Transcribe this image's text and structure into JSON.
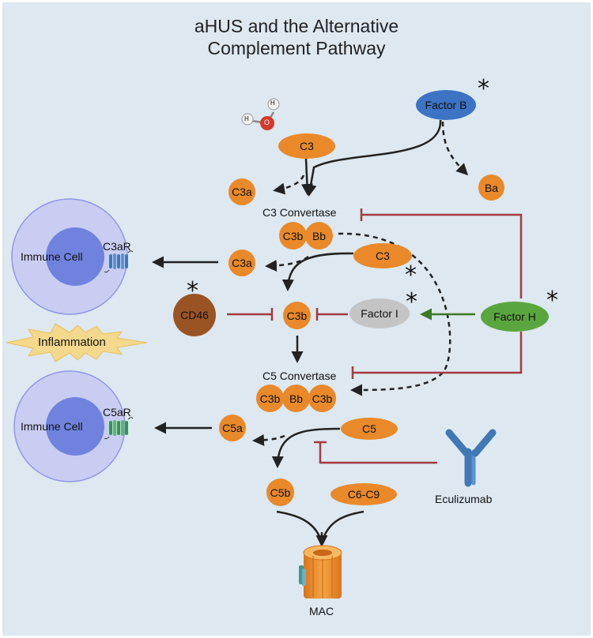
{
  "title": {
    "line1": "aHUS and the Alternative",
    "line2": "Complement Pathway"
  },
  "nodes": {
    "factor_b": "Factor B",
    "c3_top": "C3",
    "c3a_top": "C3a",
    "ba": "Ba",
    "c3_convertase_label": "C3 Convertase",
    "c3b_a": "C3b",
    "bb_a": "Bb",
    "c3a_mid": "C3a",
    "c3_mid": "C3",
    "c3b_center": "C3b",
    "cd46": "CD46",
    "factor_i": "Factor I",
    "factor_h": "Factor H",
    "c5_convertase_label": "C5 Convertase",
    "c3b_b1": "C3b",
    "bb_b": "Bb",
    "c3b_b2": "C3b",
    "c5a": "C5a",
    "c5": "C5",
    "c5b": "C5b",
    "c6c9": "C6-C9",
    "eculizumab": "Eculizumab",
    "mac": "MAC",
    "water_o": "O",
    "water_h1": "H",
    "water_h2": "H"
  },
  "cells": {
    "immune_cell_1": "Immune Cell",
    "receptor_1": "C3aR",
    "immune_cell_2": "Immune Cell",
    "receptor_2": "C5aR",
    "inflammation": "Inflammation"
  },
  "marker": "*",
  "colors": {
    "background": "#dde8f0",
    "complement_orange": "#e9892a",
    "factor_b_blue": "#3c73c4",
    "factor_h_green": "#5aa63e",
    "factor_i_grey": "#c4c4c4",
    "cd46_brown": "#9a5424",
    "inhibition_red": "#a33a3f",
    "activation_green": "#3d7a22",
    "cell_outer": "#c9cdf2",
    "cell_nucleus": "#6f83de",
    "inflammation_yellow": "#f4d88c"
  }
}
